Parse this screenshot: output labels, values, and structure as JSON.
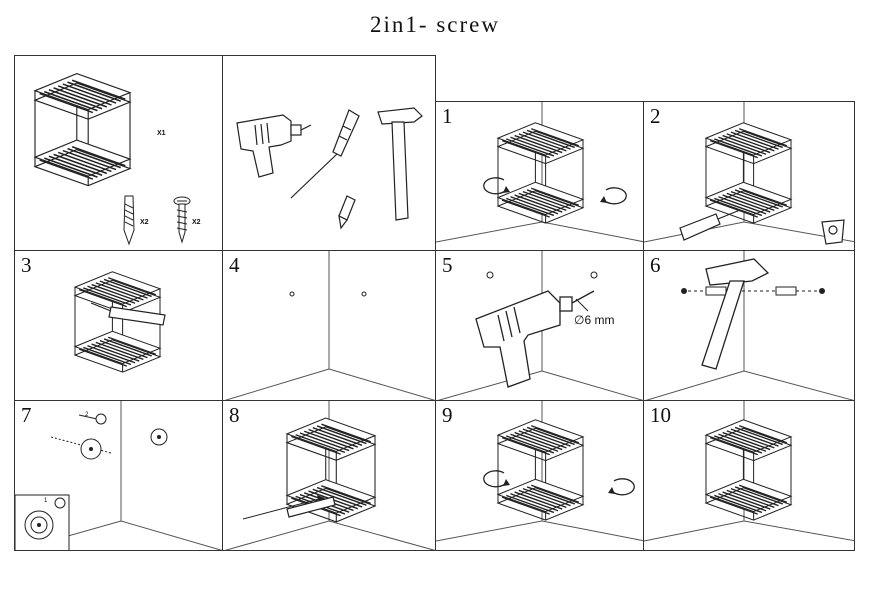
{
  "title": "2in1- screw",
  "steps": [
    "1",
    "2",
    "3",
    "4",
    "5",
    "6",
    "7",
    "8",
    "9",
    "10"
  ],
  "parts": {
    "rack_qty": "X1",
    "anchor_qty": "X2",
    "screw_qty": "X2"
  },
  "drill_size": "∅6 mm",
  "substeps": {
    "a": "2",
    "b": "1"
  },
  "tools": [
    "drill-icon",
    "screwdriver-icon",
    "hammer-icon",
    "pencil-icon"
  ]
}
